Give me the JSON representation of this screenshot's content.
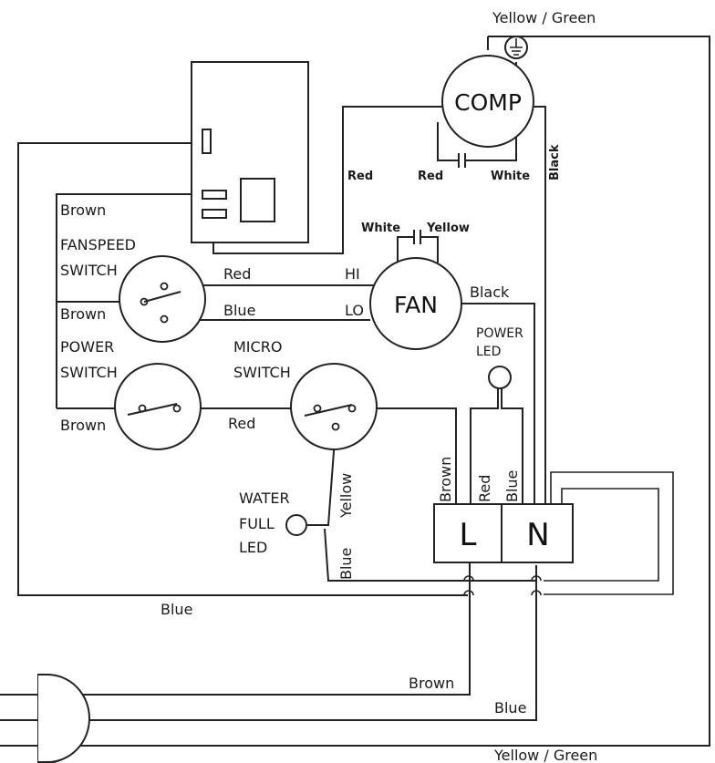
{
  "components": {
    "compressor": "COMP",
    "fan": "FAN",
    "fan_hi": "HI",
    "fan_lo": "LO",
    "fanspeed_switch_line1": "FANSPEED",
    "fanspeed_switch_line2": "SWITCH",
    "power_switch_line1": "POWER",
    "power_switch_line2": "SWITCH",
    "micro_switch_line1": "MICRO",
    "micro_switch_line2": "SWITCH",
    "water_full_led_line1": "WATER",
    "water_full_led_line2": "FULL",
    "water_full_led_line3": "LED",
    "power_led_line1": "POWER",
    "power_led_line2": "LED",
    "terminal_l": "L",
    "terminal_n": "N"
  },
  "wires": {
    "yellow_green_top": "Yellow / Green",
    "yellow_green_bottom": "Yellow / Green",
    "comp_red_relay": "Red",
    "comp_cap_red": "Red",
    "comp_cap_white": "White",
    "comp_black": "Black",
    "fan_cap_white": "White",
    "fan_cap_yellow": "Yellow",
    "brown_relay": "Brown",
    "fanspeed_red": "Red",
    "fanspeed_blue": "Blue",
    "fanspeed_brown": "Brown",
    "fan_black": "Black",
    "power_brown": "Brown",
    "micro_red": "Red",
    "micro_yellow": "Yellow",
    "led_blue": "Blue",
    "outer_blue": "Blue",
    "l_brown": "Brown",
    "power_led_red": "Red",
    "power_led_blue": "Blue",
    "plug_brown": "Brown",
    "plug_blue": "Blue"
  }
}
